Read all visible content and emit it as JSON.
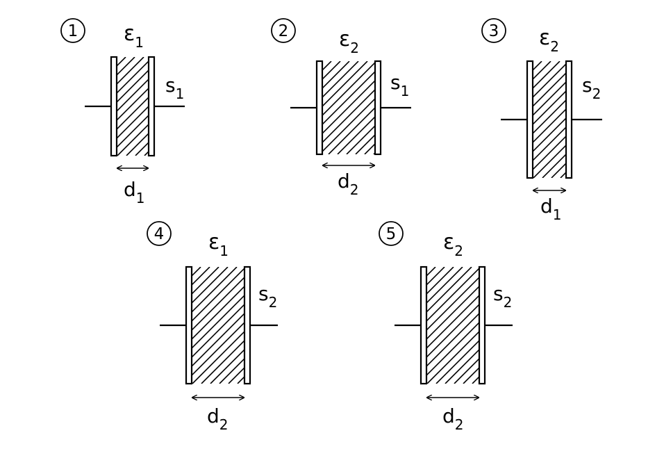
{
  "capacitors": [
    {
      "number": "1",
      "eps_letter": "ε",
      "eps_sub": "1",
      "area_letter": "s",
      "area_sub": "1",
      "gap_letter": "d",
      "gap_sub": "1"
    },
    {
      "number": "2",
      "eps_letter": "ε",
      "eps_sub": "2",
      "area_letter": "s",
      "area_sub": "1",
      "gap_letter": "d",
      "gap_sub": "2"
    },
    {
      "number": "3",
      "eps_letter": "ε",
      "eps_sub": "2",
      "area_letter": "s",
      "area_sub": "2",
      "gap_letter": "d",
      "gap_sub": "1"
    },
    {
      "number": "4",
      "eps_letter": "ε",
      "eps_sub": "1",
      "area_letter": "s",
      "area_sub": "2",
      "gap_letter": "d",
      "gap_sub": "2"
    },
    {
      "number": "5",
      "eps_letter": "ε",
      "eps_sub": "2",
      "area_letter": "s",
      "area_sub": "2",
      "gap_letter": "d",
      "gap_sub": "2"
    }
  ]
}
